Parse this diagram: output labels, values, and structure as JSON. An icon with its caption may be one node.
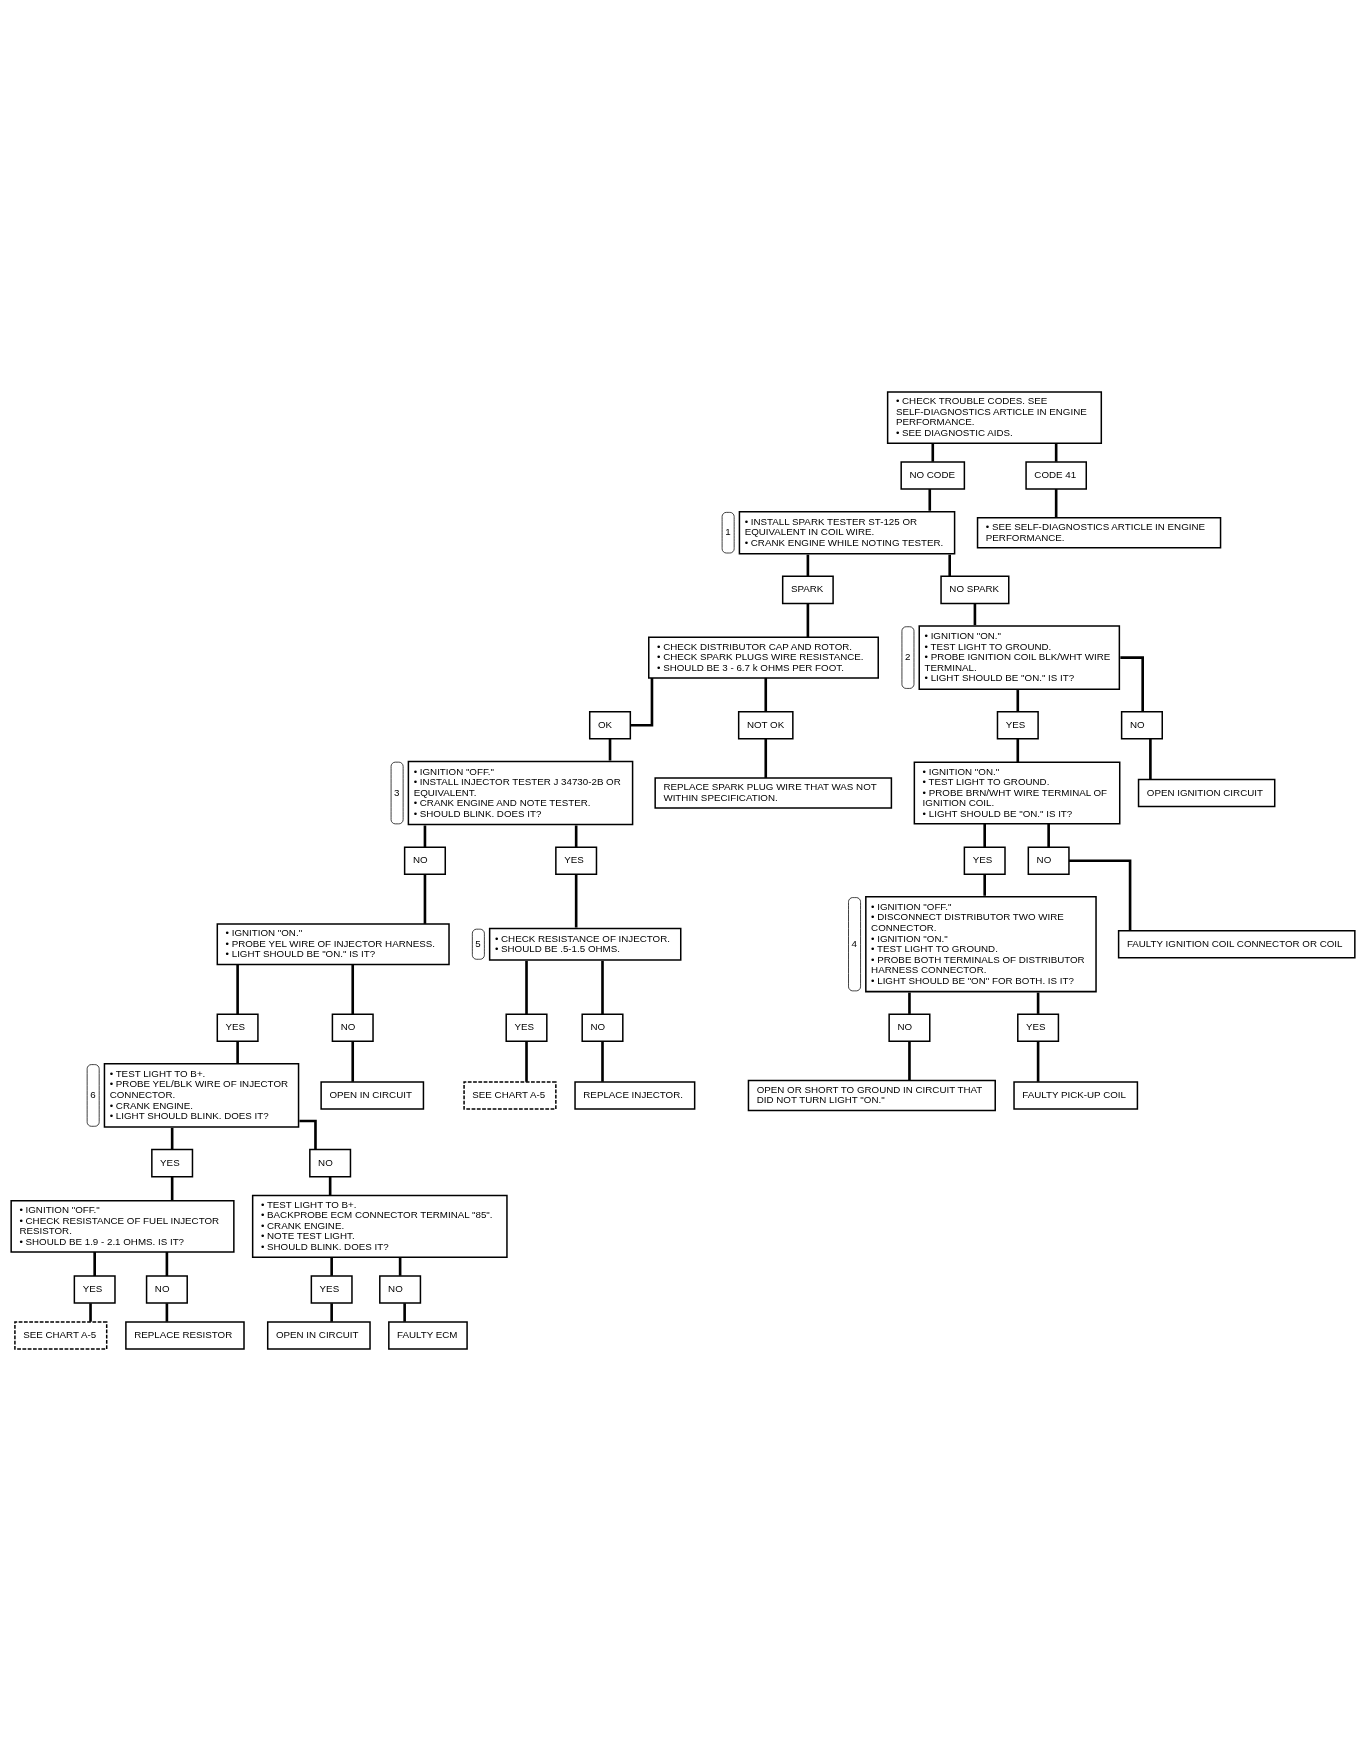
{
  "diagram": {
    "nodes": [
      {
        "text": [
          "• CHECK TROUBLE CODES. SEE SELF-DIAGNOSTICS ARTICLE IN ENGINE PERFORMANCE.",
          "• SEE DIAGNOSTIC AIDS."
        ]
      },
      {
        "text": [
          "NO CODE"
        ]
      },
      {
        "text": [
          "CODE 41"
        ]
      },
      {
        "text": [
          "• INSTALL SPARK TESTER ST-125 OR EQUIVALENT IN COIL WIRE.",
          "• CRANK ENGINE WHILE NOTING TESTER."
        ],
        "beside": [
          "1"
        ]
      },
      {
        "text": [
          "• SEE SELF-DIAGNOSTICS ARTICLE IN ENGINE PERFORMANCE."
        ]
      },
      {
        "text": [
          "SPARK"
        ]
      },
      {
        "text": [
          "NO SPARK"
        ]
      },
      {
        "text": [
          "• CHECK DISTRIBUTOR CAP AND ROTOR.",
          "• CHECK SPARK PLUGS WIRE RESISTANCE.",
          "• SHOULD BE 3 - 6.7 k OHMS PER FOOT."
        ]
      },
      {
        "text": [
          "• IGNITION \"ON.\"",
          "• TEST LIGHT TO GROUND.",
          "• PROBE IGNITION COIL BLK/WHT WIRE TERMINAL.",
          "• LIGHT SHOULD BE \"ON.\" IS IT?"
        ],
        "beside": [
          "2"
        ]
      },
      {
        "text": [
          "OK"
        ]
      },
      {
        "text": [
          "NOT OK"
        ]
      },
      {
        "text": [
          "YES"
        ]
      },
      {
        "text": [
          "NO"
        ]
      },
      {
        "text": [
          "• IGNITION \"OFF.\"",
          "• INSTALL INJECTOR TESTER J 34730-2B OR EQUIVALENT.",
          "• CRANK ENGINE AND NOTE TESTER.",
          "• SHOULD BLINK. DOES IT?"
        ],
        "beside": [
          "3"
        ]
      },
      {
        "text": [
          "REPLACE SPARK PLUG WIRE THAT WAS NOT WITHIN SPECIFICATION."
        ]
      },
      {
        "text": [
          "• IGNITION \"ON.\"",
          "• TEST LIGHT TO GROUND.",
          "• PROBE BRN/WHT WIRE TERMINAL OF IGNITION COIL.",
          "• LIGHT SHOULD BE \"ON.\" IS IT?"
        ]
      },
      {
        "text": [
          "OPEN IGNITION CIRCUIT"
        ]
      },
      {
        "text": [
          "NO"
        ]
      },
      {
        "text": [
          "YES"
        ]
      },
      {
        "text": [
          "YES"
        ]
      },
      {
        "text": [
          "NO"
        ]
      },
      {
        "text": [
          "• IGNITION \"ON.\"",
          "• PROBE YEL WIRE OF INJECTOR HARNESS.",
          "• LIGHT SHOULD BE \"ON.\" IS IT?"
        ]
      },
      {
        "text": [
          "• CHECK RESISTANCE OF INJECTOR.",
          "• SHOULD BE .5-1.5 OHMS."
        ],
        "beside": [
          "5"
        ]
      },
      {
        "text": [
          "• IGNITION \"OFF.\"",
          "• DISCONNECT DISTRIBUTOR TWO WIRE CONNECTOR.",
          "• IGNITION \"ON.\"",
          "• TEST LIGHT TO GROUND.",
          "• PROBE BOTH TERMINALS OF DISTRIBUTOR HARNESS CONNECTOR.",
          "• LIGHT SHOULD BE \"ON\" FOR BOTH. IS IT?"
        ],
        "beside": [
          "4"
        ]
      },
      {
        "text": [
          "FAULTY IGNITION COIL CONNECTOR OR COIL"
        ]
      },
      {
        "text": [
          "YES"
        ]
      },
      {
        "text": [
          "NO"
        ]
      },
      {
        "text": [
          "YES"
        ]
      },
      {
        "text": [
          "NO"
        ]
      },
      {
        "text": [
          "• TEST LIGHT TO B+.",
          "• PROBE YEL/BLK WIRE OF INJECTOR CONNECTOR.",
          "• CRANK ENGINE.",
          "• LIGHT SHOULD BLINK. DOES IT?"
        ],
        "beside": [
          "6"
        ]
      },
      {
        "text": [
          "OPEN IN CIRCUIT"
        ]
      },
      {
        "text": [
          "SEE CHART A-5"
        ]
      },
      {
        "text": [
          "REPLACE INJECTOR."
        ]
      },
      {
        "text": [
          "NO"
        ]
      },
      {
        "text": [
          "YES"
        ]
      },
      {
        "text": [
          "OPEN OR SHORT TO GROUND IN CIRCUIT THAT DID NOT TURN LIGHT \"ON.\""
        ]
      },
      {
        "text": [
          "FAULTY PICK-UP COIL"
        ]
      },
      {
        "text": [
          "YES"
        ]
      },
      {
        "text": [
          "NO"
        ]
      },
      {
        "text": [
          "• IGNITION \"OFF.\"",
          "• CHECK RESISTANCE OF FUEL INJECTOR RESISTOR.",
          "• SHOULD BE 1.9 - 2.1 OHMS. IS IT?"
        ]
      },
      {
        "text": [
          "• TEST LIGHT TO B+.",
          "• BACKPROBE ECM CONNECTOR TERMINAL \"85\".",
          "• CRANK ENGINE.",
          "• NOTE TEST LIGHT.",
          "• SHOULD BLINK. DOES IT?"
        ]
      },
      {
        "text": [
          "YES"
        ]
      },
      {
        "text": [
          "NO"
        ]
      },
      {
        "text": [
          "YES"
        ]
      },
      {
        "text": [
          "NO"
        ]
      },
      {
        "text": [
          "SEE CHART A-5"
        ]
      },
      {
        "text": [
          "REPLACE RESISTOR"
        ]
      },
      {
        "text": [
          "OPEN IN CIRCUIT"
        ]
      },
      {
        "text": [
          "FAULTY ECM"
        ]
      }
    ],
    "edges": [
      {
        "from": 0,
        "to": 1,
        "arrow": "none"
      },
      {
        "from": 0,
        "to": 2,
        "arrow": "none"
      },
      {
        "from": 1,
        "to": 3,
        "arrow": "none"
      },
      {
        "from": 2,
        "to": 4,
        "arrow": "none"
      },
      {
        "from": 3,
        "to": 5,
        "arrow": "none"
      },
      {
        "from": 3,
        "to": 6,
        "arrow": "none"
      },
      {
        "from": 5,
        "to": 7,
        "arrow": "none"
      },
      {
        "from": 6,
        "to": 8,
        "arrow": "none"
      },
      {
        "from": 7,
        "to": 9,
        "arrow": "none"
      },
      {
        "from": 7,
        "to": 10,
        "arrow": "none"
      },
      {
        "from": 8,
        "to": 11,
        "arrow": "none"
      },
      {
        "from": 8,
        "to": 12,
        "arrow": "none"
      },
      {
        "from": 9,
        "to": 13,
        "arrow": "none"
      },
      {
        "from": 10,
        "to": 14,
        "arrow": "none"
      },
      {
        "from": 11,
        "to": 15,
        "arrow": "none"
      },
      {
        "from": 12,
        "to": 16,
        "arrow": "none"
      },
      {
        "from": 13,
        "to": 17,
        "arrow": "none"
      },
      {
        "from": 13,
        "to": 18,
        "arrow": "none"
      },
      {
        "from": 15,
        "to": 19,
        "arrow": "none"
      },
      {
        "from": 15,
        "to": 20,
        "arrow": "none"
      },
      {
        "from": 17,
        "to": 21,
        "arrow": "none"
      },
      {
        "from": 18,
        "to": 22,
        "arrow": "none"
      },
      {
        "from": 19,
        "to": 23,
        "arrow": "none"
      },
      {
        "from": 20,
        "to": 24,
        "arrow": "none"
      },
      {
        "from": 21,
        "to": 25,
        "arrow": "none"
      },
      {
        "from": 21,
        "to": 26,
        "arrow": "none"
      },
      {
        "from": 22,
        "to": 27,
        "arrow": "none"
      },
      {
        "from": 22,
        "to": 28,
        "arrow": "none"
      },
      {
        "from": 25,
        "to": 29,
        "arrow": "none"
      },
      {
        "from": 26,
        "to": 30,
        "arrow": "none"
      },
      {
        "from": 27,
        "to": 31,
        "arrow": "none"
      },
      {
        "from": 28,
        "to": 32,
        "arrow": "none"
      },
      {
        "from": 23,
        "to": 33,
        "arrow": "none"
      },
      {
        "from": 23,
        "to": 34,
        "arrow": "none"
      },
      {
        "from": 33,
        "to": 35,
        "arrow": "none"
      },
      {
        "from": 34,
        "to": 36,
        "arrow": "none"
      },
      {
        "from": 29,
        "to": 37,
        "arrow": "none"
      },
      {
        "from": 29,
        "to": 38,
        "arrow": "none"
      },
      {
        "from": 37,
        "to": 39,
        "arrow": "none"
      },
      {
        "from": 38,
        "to": 40,
        "arrow": "none"
      },
      {
        "from": 39,
        "to": 41,
        "arrow": "none"
      },
      {
        "from": 39,
        "to": 42,
        "arrow": "none"
      },
      {
        "from": 40,
        "to": 43,
        "arrow": "none"
      },
      {
        "from": 40,
        "to": 44,
        "arrow": "none"
      },
      {
        "from": 41,
        "to": 45,
        "arrow": "none"
      },
      {
        "from": 42,
        "to": 46,
        "arrow": "none"
      },
      {
        "from": 43,
        "to": 47,
        "arrow": "none"
      },
      {
        "from": 44,
        "to": 48,
        "arrow": "none"
      }
    ]
  }
}
